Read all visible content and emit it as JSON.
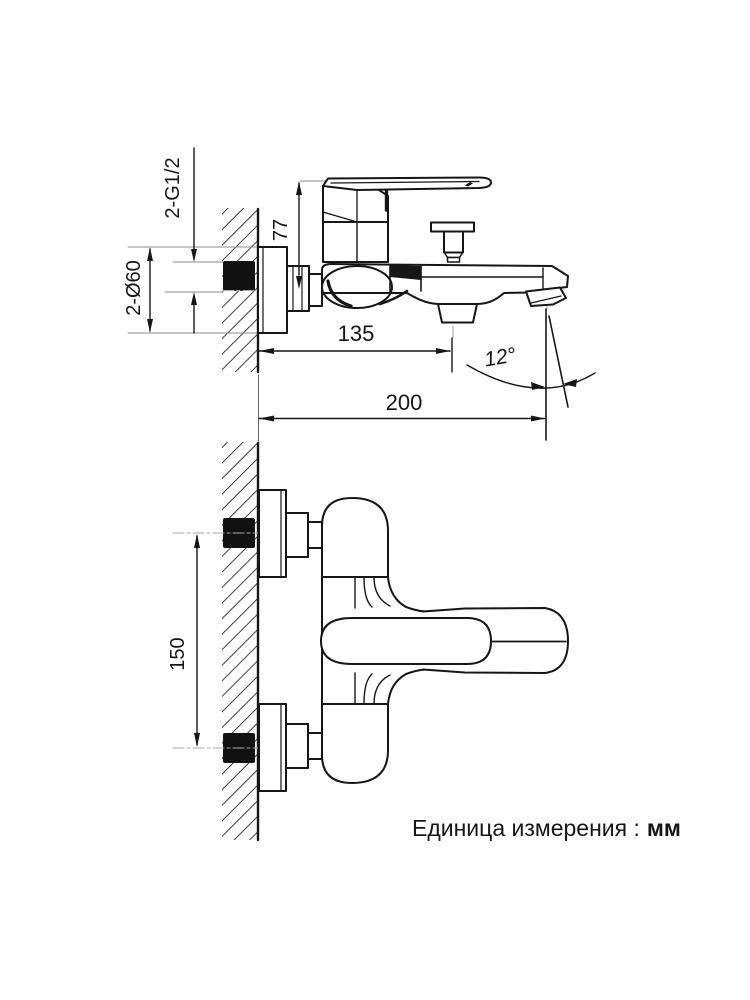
{
  "drawing": {
    "type": "bath-mixer-installation-drawing",
    "dimensions": {
      "thread_label": "2-G1/2",
      "flange_diameter_label": "2-Ø60",
      "handle_height_label": "77",
      "spout_center_label": "135",
      "spout_angle_label": "12°",
      "spout_reach_label": "200",
      "inlet_spacing_label": "150"
    },
    "caption": {
      "label": "Единица измерения :",
      "unit": "мм"
    },
    "colors": {
      "line": "#161616",
      "wall_block": "#111111",
      "extent_gray": "#8c8c8c",
      "background": "#ffffff"
    }
  }
}
